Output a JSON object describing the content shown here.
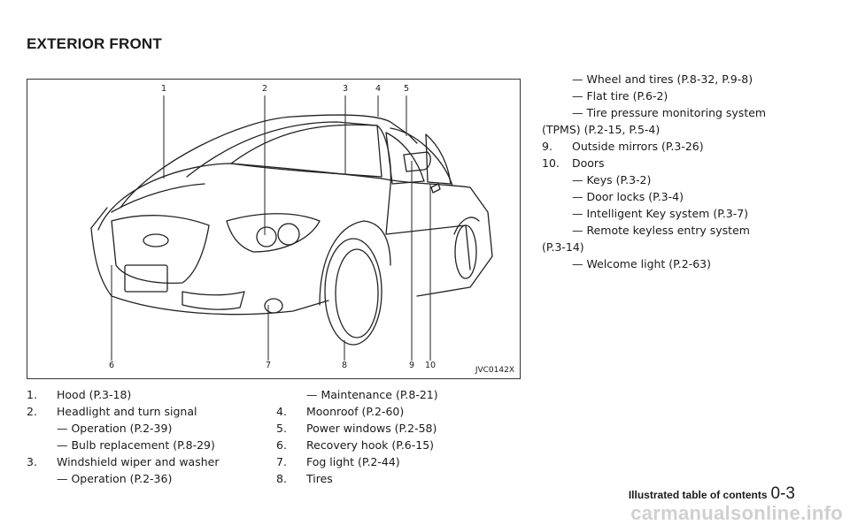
{
  "page": {
    "title": "EXTERIOR FRONT",
    "figure_code": "JVC0142X",
    "footer_label": "Illustrated table of contents",
    "page_number": "0-3",
    "watermark": "carmanualsonline.info"
  },
  "callouts": [
    "1",
    "2",
    "3",
    "4",
    "5",
    "6",
    "7",
    "8",
    "9",
    "10"
  ],
  "col1": [
    {
      "num": "1.",
      "text": "Hood (P.3-18)"
    },
    {
      "num": "2.",
      "text": "Headlight and turn signal"
    },
    {
      "num": "",
      "text": "— Operation (P.2-39)"
    },
    {
      "num": "",
      "text": "— Bulb replacement (P.8-29)"
    },
    {
      "num": "3.",
      "text": "Windshield wiper and washer"
    },
    {
      "num": "",
      "text": "— Operation (P.2-36)"
    }
  ],
  "col2": [
    {
      "num": "",
      "text": "— Maintenance (P.8-21)"
    },
    {
      "num": "4.",
      "text": "Moonroof (P.2-60)"
    },
    {
      "num": "5.",
      "text": "Power windows (P.2-58)"
    },
    {
      "num": "6.",
      "text": "Recovery hook (P.6-15)"
    },
    {
      "num": "7.",
      "text": "Fog light (P.2-44)"
    },
    {
      "num": "8.",
      "text": "Tires"
    }
  ],
  "col3": [
    {
      "num": "",
      "text": "— Wheel and tires (P.8-32, P.9-8)"
    },
    {
      "num": "",
      "text": "— Flat tire (P.6-2)"
    },
    {
      "num": "",
      "text": "— Tire pressure monitoring system"
    },
    {
      "num": "",
      "text": "(TPMS) (P.2-15, P.5-4)"
    },
    {
      "num": "9.",
      "text": "Outside mirrors (P.3-26)"
    },
    {
      "num": "10.",
      "text": "Doors"
    },
    {
      "num": "",
      "text": "— Keys (P.3-2)"
    },
    {
      "num": "",
      "text": "— Door locks (P.3-4)"
    },
    {
      "num": "",
      "text": "— Intelligent Key system (P.3-7)"
    },
    {
      "num": "",
      "text": "— Remote keyless entry system"
    },
    {
      "num": "",
      "text": "(P.3-14)"
    },
    {
      "num": "",
      "text": "— Welcome light (P.2-63)"
    }
  ]
}
